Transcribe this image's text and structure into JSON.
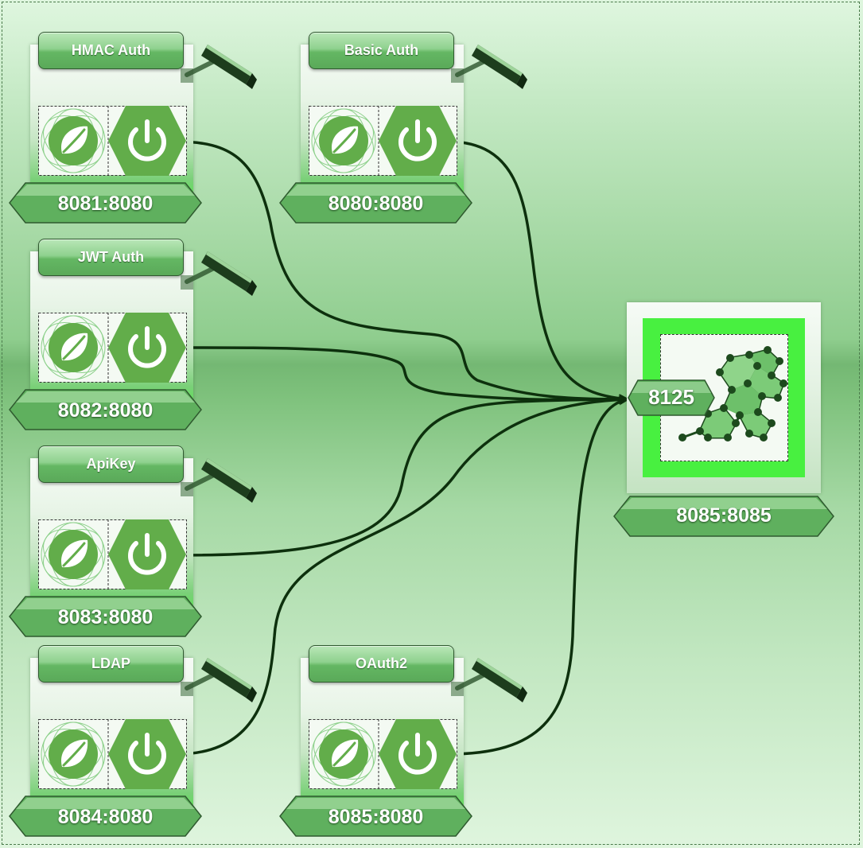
{
  "services": [
    {
      "id": "hmac",
      "label": "HMAC Auth",
      "port": "8081:8080"
    },
    {
      "id": "basic",
      "label": "Basic Auth",
      "port": "8080:8080"
    },
    {
      "id": "jwt",
      "label": "JWT Auth",
      "port": "8082:8080"
    },
    {
      "id": "apikey",
      "label": "ApiKey",
      "port": "8083:8080"
    },
    {
      "id": "ldap",
      "label": "LDAP",
      "port": "8084:8080"
    },
    {
      "id": "oauth2",
      "label": "OAuth2",
      "port": "8085:8080"
    }
  ],
  "gateway": {
    "badge": "8125",
    "port": "8085:8085"
  },
  "icons": {
    "service": [
      "spring-leaf-icon",
      "power-hexagon-icon",
      "security-camera-icon"
    ],
    "gateway": "hexagon-network-icon"
  },
  "colors": {
    "background": "#a6d9a5",
    "panel_accent": "#48f040",
    "icon_green": "#62ad4a",
    "edge": "#0d300d",
    "title_button": "#64b763"
  }
}
